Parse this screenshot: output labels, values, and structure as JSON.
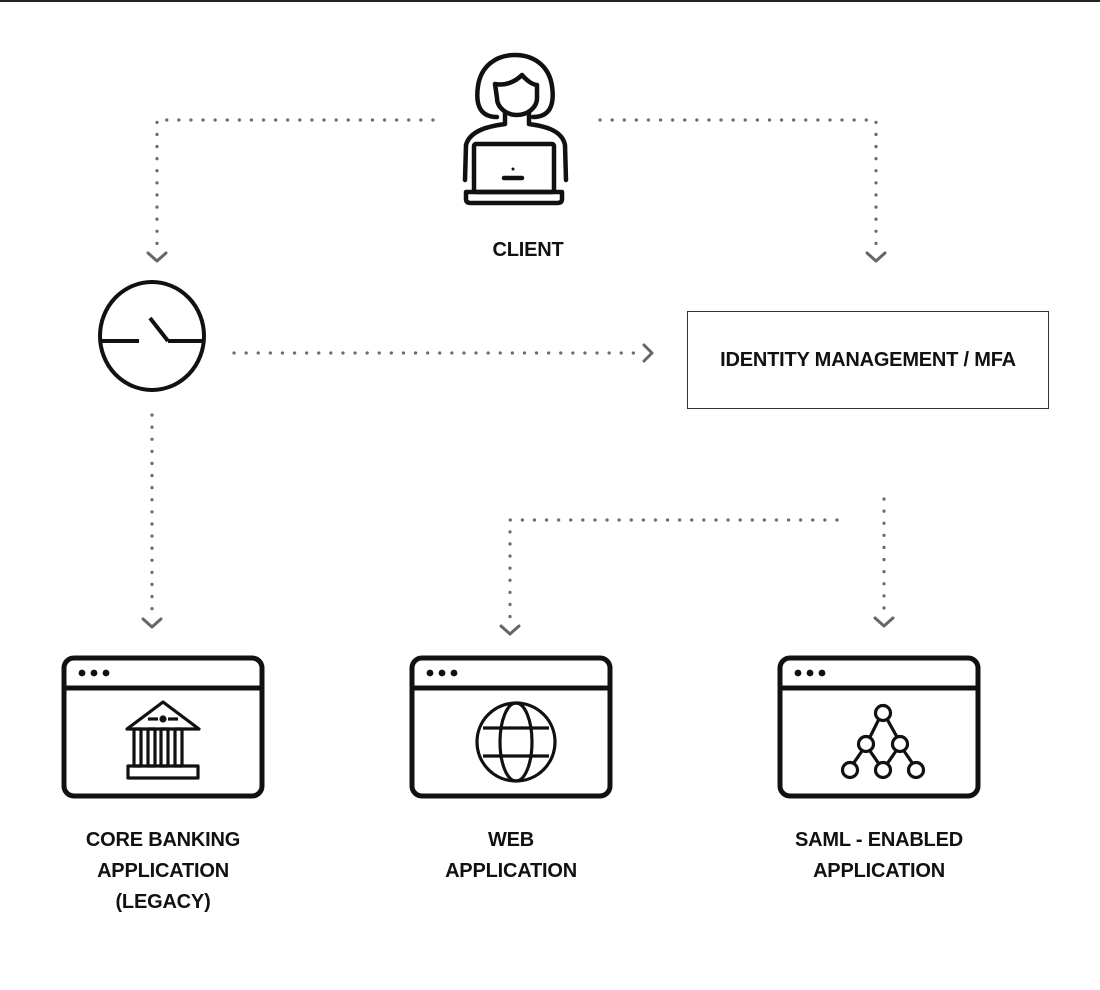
{
  "diagram": {
    "title": "Identity management architecture",
    "nodes": {
      "client": {
        "label": "CLIENT",
        "icon": "user-laptop-icon"
      },
      "gateway": {
        "icon": "switch-gateway-icon"
      },
      "identity": {
        "label": "IDENTITY MANAGEMENT / MFA"
      },
      "core_banking": {
        "label_lines": [
          "CORE BANKING",
          "APPLICATION",
          "(LEGACY)"
        ],
        "icon": "bank-icon"
      },
      "web_app": {
        "label_lines": [
          "WEB",
          "APPLICATION"
        ],
        "icon": "globe-icon"
      },
      "saml_app": {
        "label_lines": [
          "SAML - ENABLED",
          "APPLICATION"
        ],
        "icon": "network-tree-icon"
      }
    },
    "edges": [
      {
        "from": "client",
        "to": "gateway",
        "style": "dotted"
      },
      {
        "from": "client",
        "to": "identity",
        "style": "dotted"
      },
      {
        "from": "gateway",
        "to": "identity",
        "style": "dotted"
      },
      {
        "from": "gateway",
        "to": "core_banking",
        "style": "dotted"
      },
      {
        "from": "identity",
        "to": "web_app",
        "style": "dotted"
      },
      {
        "from": "identity",
        "to": "saml_app",
        "style": "dotted"
      }
    ],
    "colors": {
      "stroke": "#111111",
      "connector": "#6b6b6b",
      "background": "#ffffff"
    }
  }
}
